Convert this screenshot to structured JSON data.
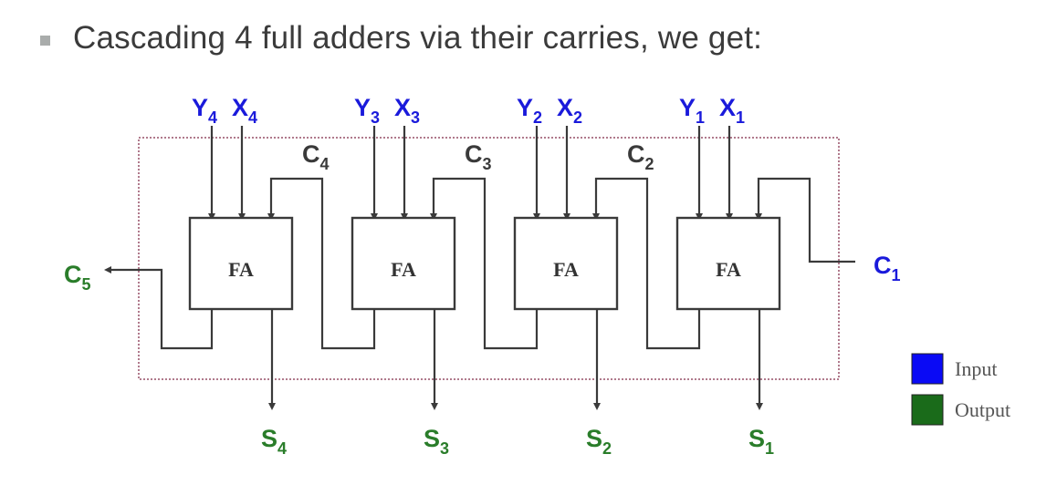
{
  "heading": {
    "bullet_icon": "square-bullet-icon",
    "text": "Cascading 4 full adders via their carries, we get:"
  },
  "diagram": {
    "title": "4-bit ripple carry adder",
    "block_label": "FA",
    "colors": {
      "input": "#1a1adb",
      "output": "#2a7d2a",
      "wire": "#3a3a3a",
      "boundary": "#b07a8c",
      "carry_internal": "#3a3a3a"
    },
    "adders": [
      {
        "id": "fa4",
        "label": "FA",
        "y_input": {
          "letter": "Y",
          "sub": "4"
        },
        "x_input": {
          "letter": "X",
          "sub": "4"
        },
        "carry_in": {
          "letter": "C",
          "sub": "4"
        },
        "sum": {
          "letter": "S",
          "sub": "4"
        }
      },
      {
        "id": "fa3",
        "label": "FA",
        "y_input": {
          "letter": "Y",
          "sub": "3"
        },
        "x_input": {
          "letter": "X",
          "sub": "3"
        },
        "carry_in": {
          "letter": "C",
          "sub": "3"
        },
        "sum": {
          "letter": "S",
          "sub": "3"
        }
      },
      {
        "id": "fa2",
        "label": "FA",
        "y_input": {
          "letter": "Y",
          "sub": "2"
        },
        "x_input": {
          "letter": "X",
          "sub": "2"
        },
        "carry_in": {
          "letter": "C",
          "sub": "2"
        },
        "sum": {
          "letter": "S",
          "sub": "2"
        }
      },
      {
        "id": "fa1",
        "label": "FA",
        "y_input": {
          "letter": "Y",
          "sub": "1"
        },
        "x_input": {
          "letter": "X",
          "sub": "1"
        },
        "carry_in": {
          "letter": "C",
          "sub": "1"
        },
        "sum": {
          "letter": "S",
          "sub": "1"
        }
      }
    ],
    "carry_out": {
      "letter": "C",
      "sub": "5"
    },
    "carry_in_external": {
      "letter": "C",
      "sub": "1"
    }
  },
  "legend": {
    "items": [
      {
        "label": "Input",
        "color": "#0a0af5"
      },
      {
        "label": "Output",
        "color": "#1a6b1a"
      }
    ]
  }
}
